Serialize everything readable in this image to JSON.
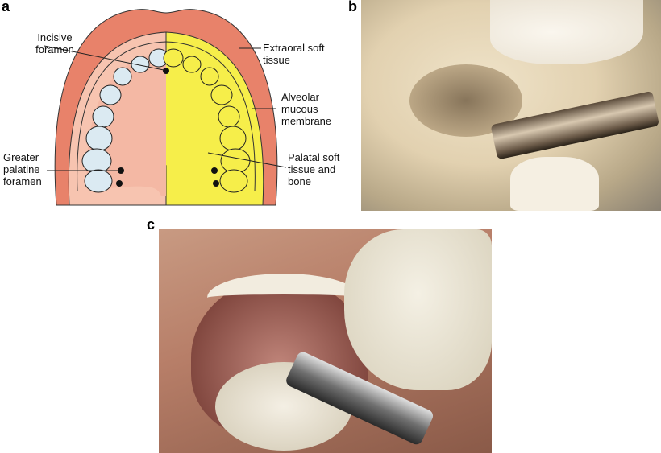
{
  "panels": {
    "a": {
      "letter": "a",
      "labels": {
        "incisive_foramen": "Incisive foramen",
        "extraoral_soft_tissue": "Extraoral soft tissue",
        "alveolar_mucous_membrane": "Alveolar mucous membrane",
        "palatal_soft_tissue": "Palatal soft tissue and bone",
        "greater_palatine_foramen": "Greater palatine foramen"
      },
      "colors": {
        "extraoral": "#e8826a",
        "palate": "#f7c4b0",
        "yellow": "#f6ee4a",
        "teeth": "#dbeaf2"
      }
    },
    "b": {
      "letter": "b"
    },
    "c": {
      "letter": "c"
    }
  }
}
